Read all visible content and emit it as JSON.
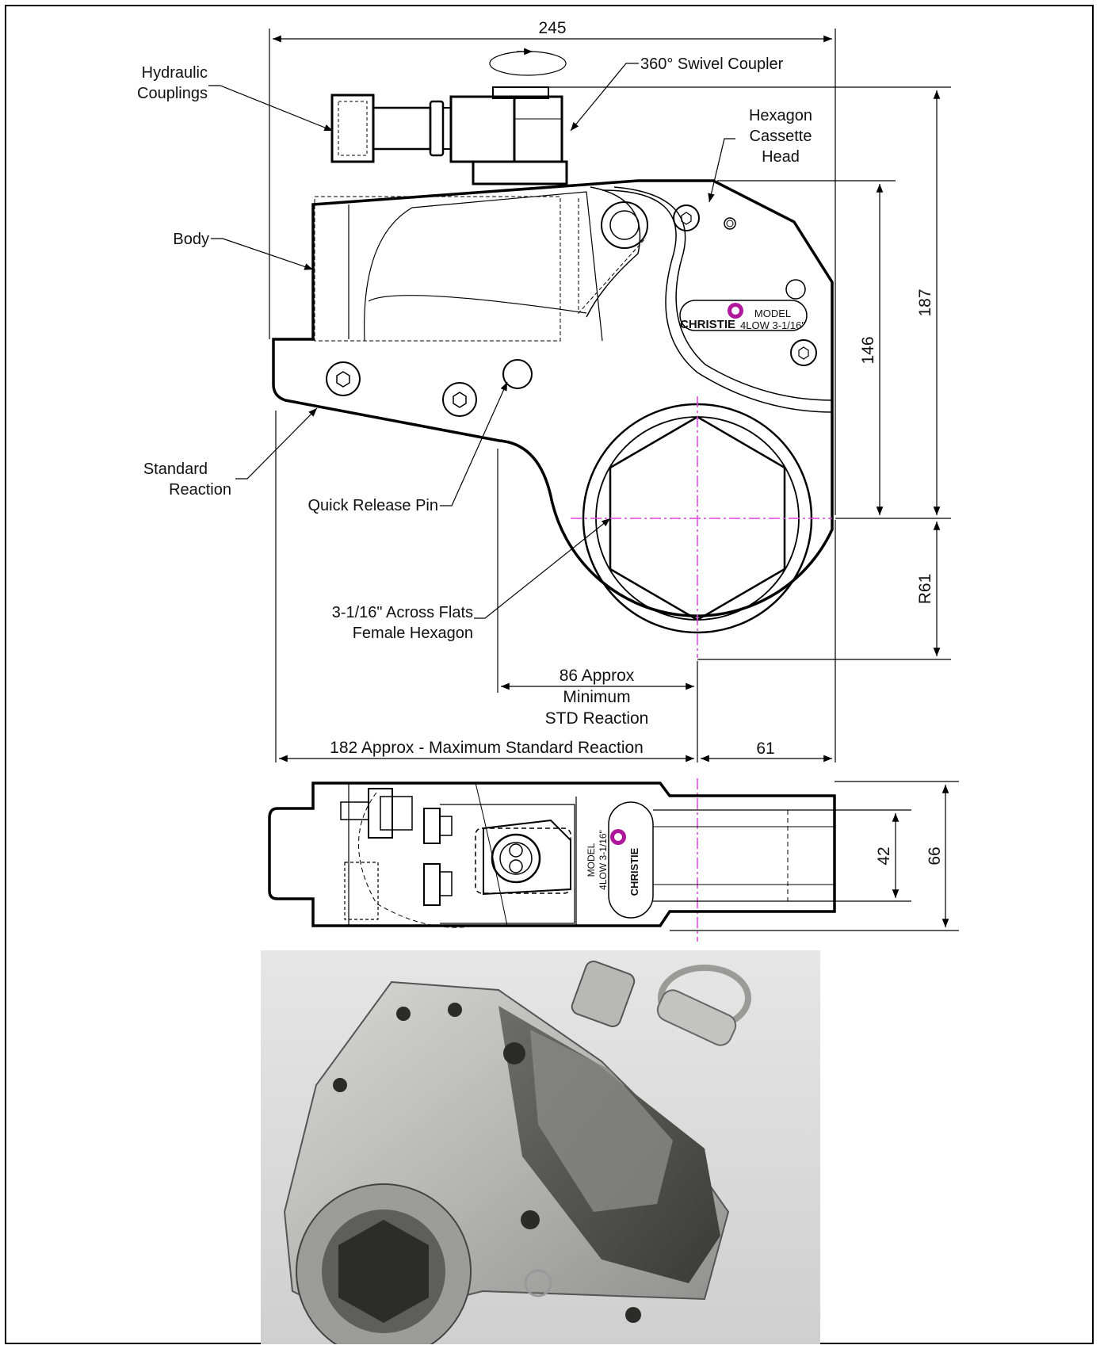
{
  "dimensions": {
    "overall_width": "245",
    "overall_height": "187",
    "head_height": "146",
    "radius": "R61",
    "min_reaction": [
      "86 Approx",
      "Minimum",
      "STD Reaction"
    ],
    "max_reaction": "182 Approx - Maximum Standard Reaction",
    "center_offset": "61",
    "inner_width": "42",
    "overall_thickness": "66"
  },
  "labels": {
    "hydraulic_couplings": [
      "Hydraulic",
      "Couplings"
    ],
    "swivel_coupler": "360° Swivel Coupler",
    "hexagon_cassette": [
      "Hexagon",
      "Cassette",
      "Head"
    ],
    "body": "Body",
    "standard_reaction": [
      "Standard",
      "Reaction"
    ],
    "quick_release_pin": "Quick Release Pin",
    "female_hexagon": [
      "3-1/16\" Across Flats",
      "Female Hexagon"
    ]
  },
  "nameplate": {
    "brand": "CHRISTIE",
    "model_label": "MODEL",
    "model_number": "4LOW 3-1/16\""
  },
  "colors": {
    "line": "#000000",
    "centerline": "#e040e0",
    "logo": "#b0169b"
  }
}
